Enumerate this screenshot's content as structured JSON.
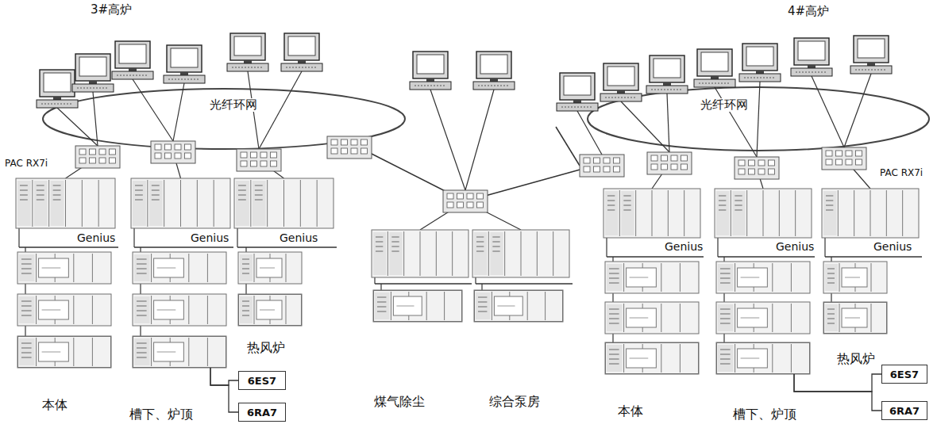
{
  "diagram": {
    "nodes": [
      {
        "text": [
          "本体"
        ]
      },
      {
        "text": [
          "槽下、炉顶"
        ]
      },
      {
        "text": [
          "6ES7"
        ]
      },
      {
        "text": [
          "6RA7"
        ]
      },
      {
        "text": [
          "热风炉"
        ]
      },
      {
        "text": [
          "煤气除尘"
        ]
      },
      {
        "text": [
          "综合泵房"
        ]
      },
      {
        "text": [
          "本体"
        ]
      },
      {
        "text": [
          "槽下、炉顶"
        ]
      },
      {
        "text": [
          "6ES7"
        ]
      },
      {
        "text": [
          "6RA7"
        ]
      },
      {
        "text": [
          "热风炉"
        ]
      }
    ],
    "edges": [
      {
        "from": 1,
        "to": 2,
        "arrow": "none"
      },
      {
        "from": 1,
        "to": 3,
        "arrow": "none"
      },
      {
        "from": 8,
        "to": 9,
        "arrow": "none"
      },
      {
        "from": 8,
        "to": 10,
        "arrow": "none"
      }
    ],
    "labels": [
      "3#高炉",
      "光纤环网",
      "PAC RX7i",
      "Genius",
      "Genius",
      "Genius",
      "4#高炉",
      "光纤环网",
      "PAC RX7i",
      "Genius",
      "Genius",
      "Genius"
    ]
  }
}
